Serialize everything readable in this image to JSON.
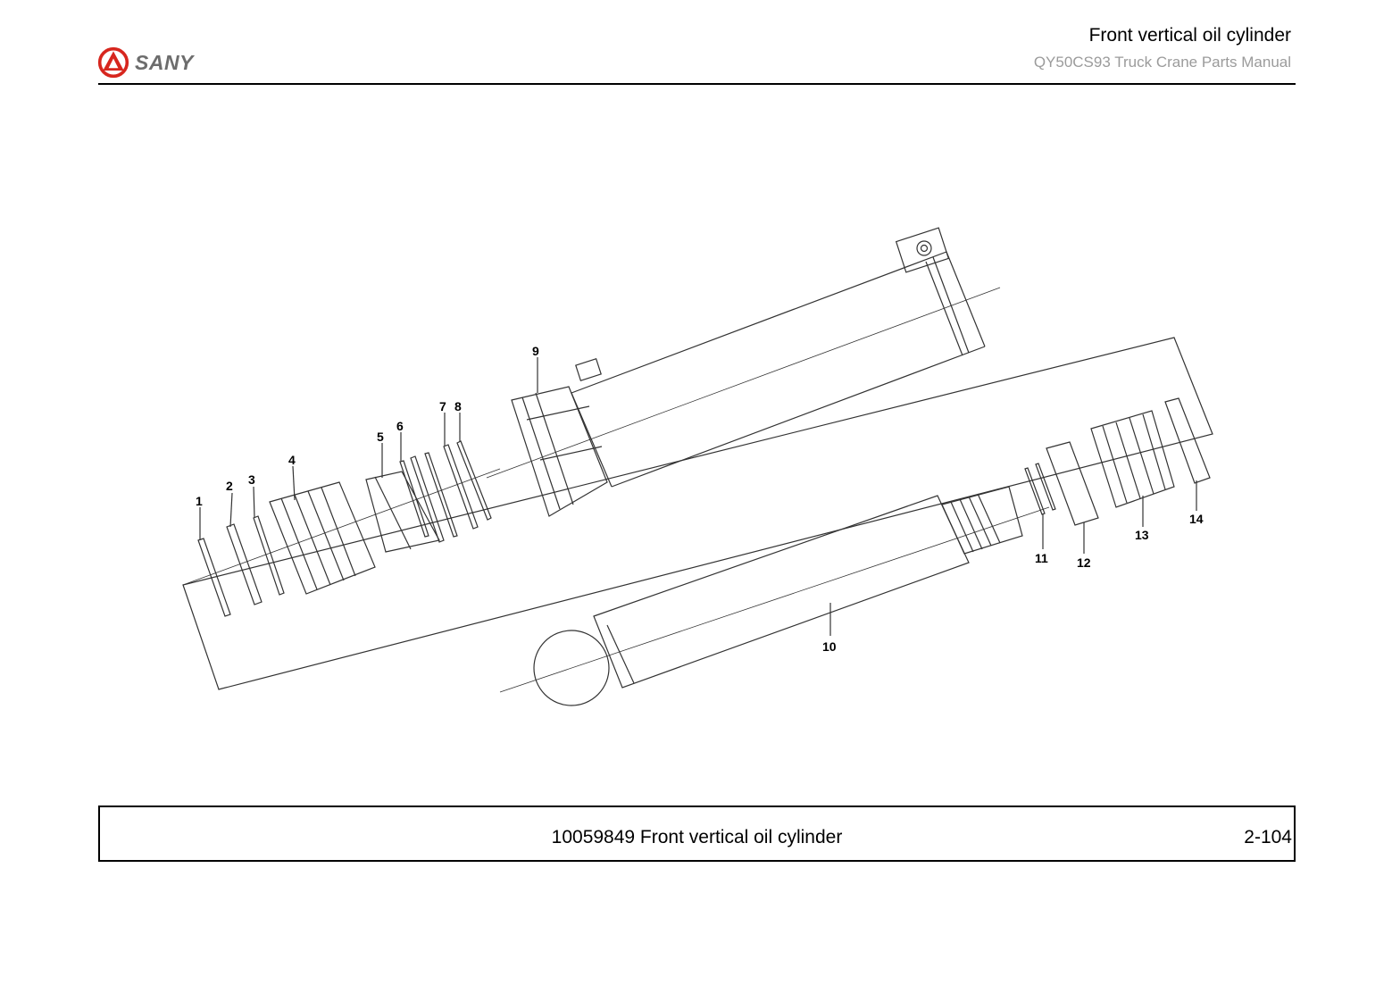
{
  "header": {
    "brand": "SANY",
    "title": "Front vertical oil cylinder",
    "subtitle": "QY50CS93 Truck Crane  Parts Manual"
  },
  "callouts": {
    "c1": "1",
    "c2": "2",
    "c3": "3",
    "c4": "4",
    "c5": "5",
    "c6": "6",
    "c7": "7",
    "c8": "8",
    "c9": "9",
    "c10": "10",
    "c11": "11",
    "c12": "12",
    "c13": "13",
    "c14": "14"
  },
  "footer": {
    "caption": "10059849 Front vertical oil cylinder",
    "page": "2-104"
  },
  "colors": {
    "logo_red": "#d7261e",
    "logo_gray": "#6d6d6d",
    "subtitle_gray": "#9b9b9b"
  }
}
